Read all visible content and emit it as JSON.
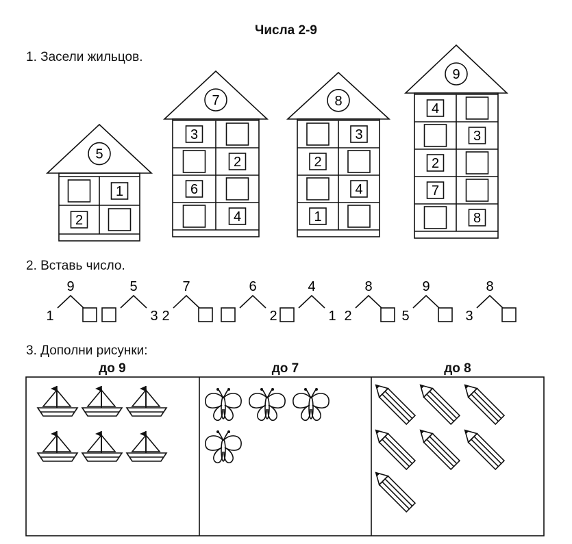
{
  "title": "Числа 2-9",
  "task1": {
    "label": "1. Засели  жильцов.",
    "houses": [
      {
        "roof": "5",
        "rows": [
          [
            "",
            "1"
          ],
          [
            "2",
            ""
          ]
        ]
      },
      {
        "roof": "7",
        "rows": [
          [
            "3",
            ""
          ],
          [
            "",
            "2"
          ],
          [
            "6",
            ""
          ],
          [
            "",
            "4"
          ]
        ]
      },
      {
        "roof": "8",
        "rows": [
          [
            "",
            "3"
          ],
          [
            "2",
            ""
          ],
          [
            "",
            "4"
          ],
          [
            "1",
            ""
          ]
        ]
      },
      {
        "roof": "9",
        "rows": [
          [
            "4",
            ""
          ],
          [
            "",
            "3"
          ],
          [
            "2",
            ""
          ],
          [
            "7",
            ""
          ],
          [
            "",
            "8"
          ]
        ]
      }
    ]
  },
  "task2": {
    "label": "2. Вставь  число.",
    "items": [
      {
        "top": "9",
        "left": "1",
        "right": ""
      },
      {
        "top": "5",
        "left": "",
        "right": "3"
      },
      {
        "top": "7",
        "left": "2",
        "right": ""
      },
      {
        "top": "6",
        "left": "",
        "right": "2"
      },
      {
        "top": "4",
        "left": "",
        "right": "1"
      },
      {
        "top": "8",
        "left": "2",
        "right": ""
      },
      {
        "top": "9",
        "left": "5",
        "right": ""
      },
      {
        "top": "8",
        "left": "3",
        "right": ""
      }
    ]
  },
  "task3": {
    "label": "3. Дополни  рисунки:",
    "columns": [
      {
        "label": "до 9",
        "icon": "boat-icon",
        "count": 6
      },
      {
        "label": "до 7",
        "icon": "butterfly-icon",
        "count": 4
      },
      {
        "label": "до 8",
        "icon": "pencil-icon",
        "count": 7
      }
    ]
  }
}
